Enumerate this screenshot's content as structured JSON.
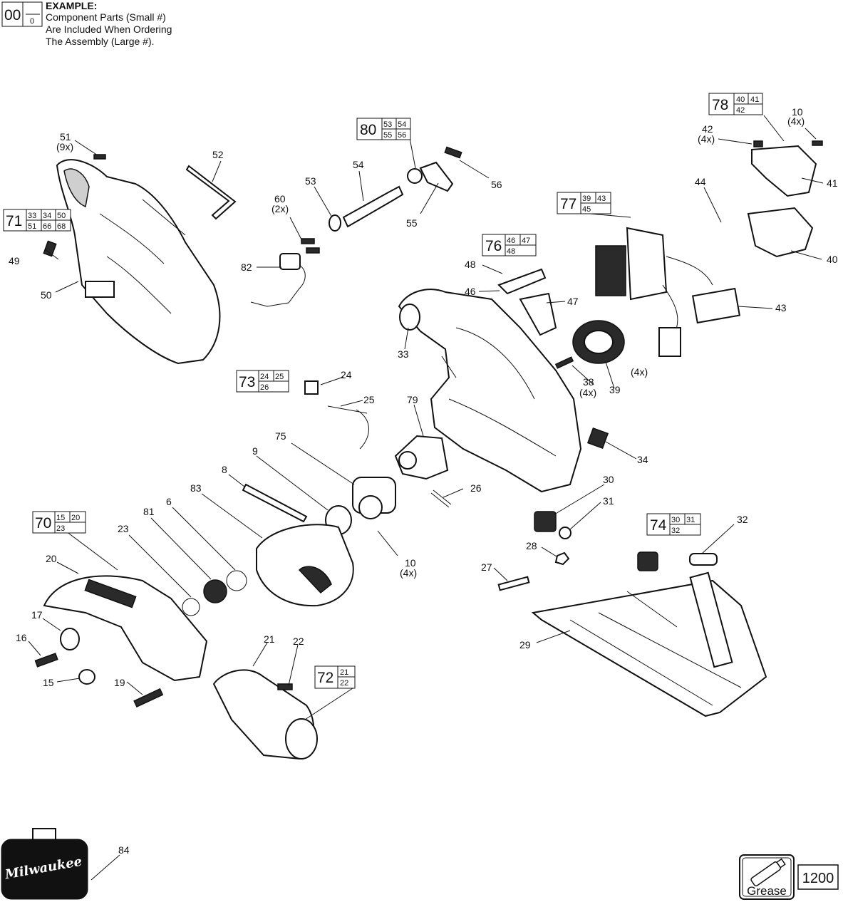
{
  "example": {
    "big": "00",
    "small": "0",
    "title": "EXAMPLE:",
    "line1": "Component Parts (Small #)",
    "line2": "Are Included When Ordering",
    "line3": "The Assembly (Large #)."
  },
  "assemblies": [
    {
      "id": "78",
      "parts": [
        "40",
        "41",
        "42"
      ]
    },
    {
      "id": "80",
      "parts": [
        "53",
        "54",
        "55",
        "56"
      ]
    },
    {
      "id": "71",
      "parts": [
        "33",
        "34",
        "50",
        "51",
        "66",
        "68"
      ]
    },
    {
      "id": "77",
      "parts": [
        "39",
        "43",
        "45"
      ]
    },
    {
      "id": "76",
      "parts": [
        "46",
        "47",
        "48"
      ]
    },
    {
      "id": "73",
      "parts": [
        "24",
        "25",
        "26"
      ]
    },
    {
      "id": "70",
      "parts": [
        "15",
        "20",
        "23"
      ]
    },
    {
      "id": "74",
      "parts": [
        "30",
        "31",
        "32"
      ]
    },
    {
      "id": "72",
      "parts": [
        "21",
        "22"
      ]
    }
  ],
  "callouts": {
    "p51": "51",
    "p51q": "(9x)",
    "p52": "52",
    "p53": "53",
    "p54": "54",
    "p55": "55",
    "p56": "56",
    "p60": "60",
    "p60q": "(2x)",
    "p82": "82",
    "p49": "49",
    "p50": "50",
    "p10a": "10",
    "p10aq": "(4x)",
    "p42": "42",
    "p42q": "(4x)",
    "p41": "41",
    "p44": "44",
    "p40": "40",
    "p43": "43",
    "p48": "48",
    "p46": "46",
    "p47": "47",
    "p33": "33",
    "p39": "39",
    "p39q": "(4x)",
    "p38": "38",
    "p38q": "(4x)",
    "p24": "24",
    "p25": "25",
    "p79": "79",
    "p34": "34",
    "p75": "75",
    "p9": "9",
    "p8": "8",
    "p83": "83",
    "p26": "26",
    "p30": "30",
    "p31": "31",
    "p10b": "10",
    "p10bq": "(4x)",
    "p6": "6",
    "p81": "81",
    "p23": "23",
    "p20": "20",
    "p32": "32",
    "p28": "28",
    "p27": "27",
    "p29": "29",
    "p17": "17",
    "p16": "16",
    "p15": "15",
    "p19": "19",
    "p21": "21",
    "p22": "22",
    "p84": "84"
  },
  "case_brand": "Milwaukee",
  "grease": {
    "label": "Grease",
    "number": "1200"
  }
}
